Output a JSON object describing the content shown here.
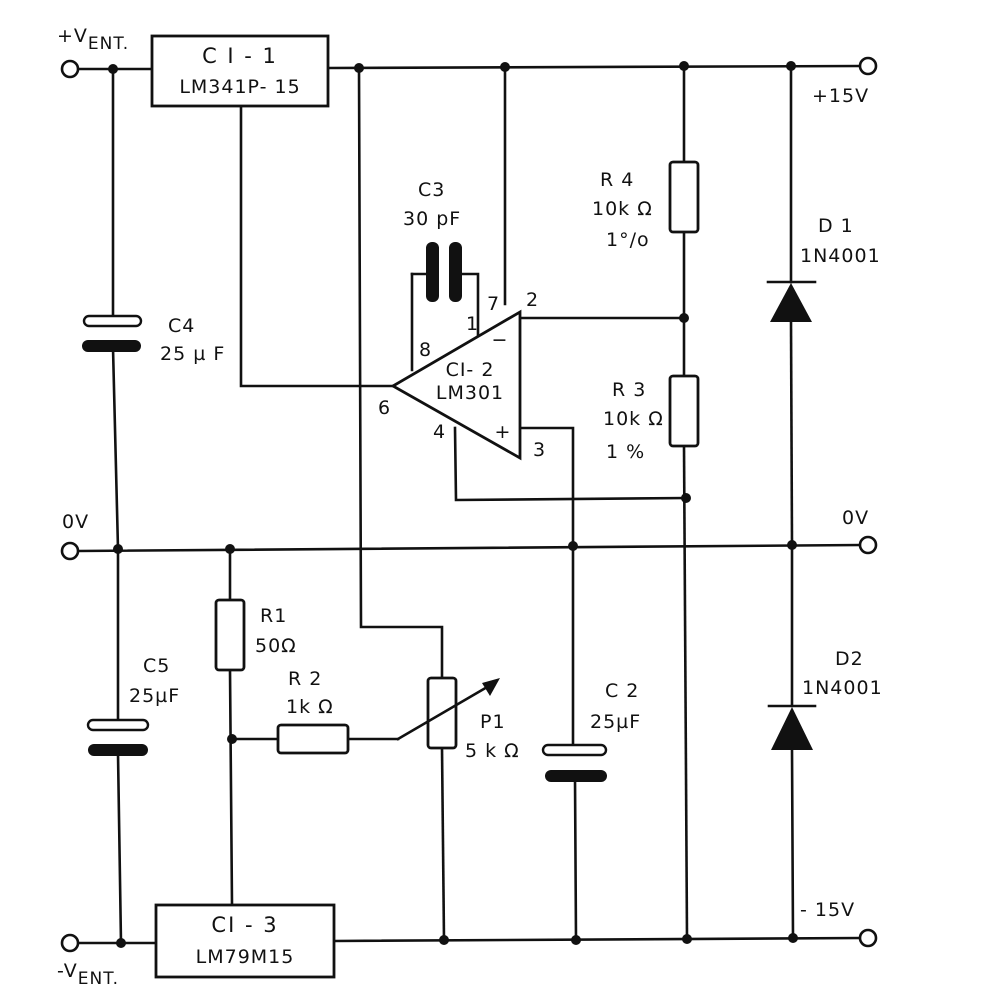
{
  "terminals": {
    "vin_pos": {
      "label": "+V",
      "sub": "ENT."
    },
    "vin_neg": {
      "label": "-V",
      "sub": "ENT."
    },
    "zero_left": "0V",
    "zero_right": "0V",
    "out_pos": "+15V",
    "out_neg": "- 15V"
  },
  "ics": {
    "ci1": {
      "name": "C I - 1",
      "part": "LM341P- 15"
    },
    "ci2": {
      "name": "CI- 2",
      "part": "LM301"
    },
    "ci3": {
      "name": "CI - 3",
      "part": "LM79M15"
    }
  },
  "pins": {
    "p1": "1",
    "p2": "2",
    "p3": "3",
    "p4": "4",
    "p6": "6",
    "p7": "7",
    "p8": "8",
    "minus": "−",
    "plus": "+"
  },
  "components": {
    "c1": null,
    "c2": {
      "name": "C 2",
      "value": "25µF"
    },
    "c3": {
      "name": "C3",
      "value": "30 pF"
    },
    "c4": {
      "name": "C4",
      "value": "25 µ F"
    },
    "c5": {
      "name": "C5",
      "value": "25µF"
    },
    "r1": {
      "name": "R1",
      "value": "50Ω"
    },
    "r2": {
      "name": "R 2",
      "value": "1k Ω"
    },
    "r3": {
      "name": "R 3",
      "value": "10k Ω",
      "tol": "1 %"
    },
    "r4": {
      "name": "R 4",
      "value": "10k Ω",
      "tol": "1°/o"
    },
    "p1": {
      "name": "P1",
      "value": "5 k Ω"
    },
    "d1": {
      "name": "D 1",
      "part": "1N4001"
    },
    "d2": {
      "name": "D2",
      "part": "1N4001"
    }
  }
}
